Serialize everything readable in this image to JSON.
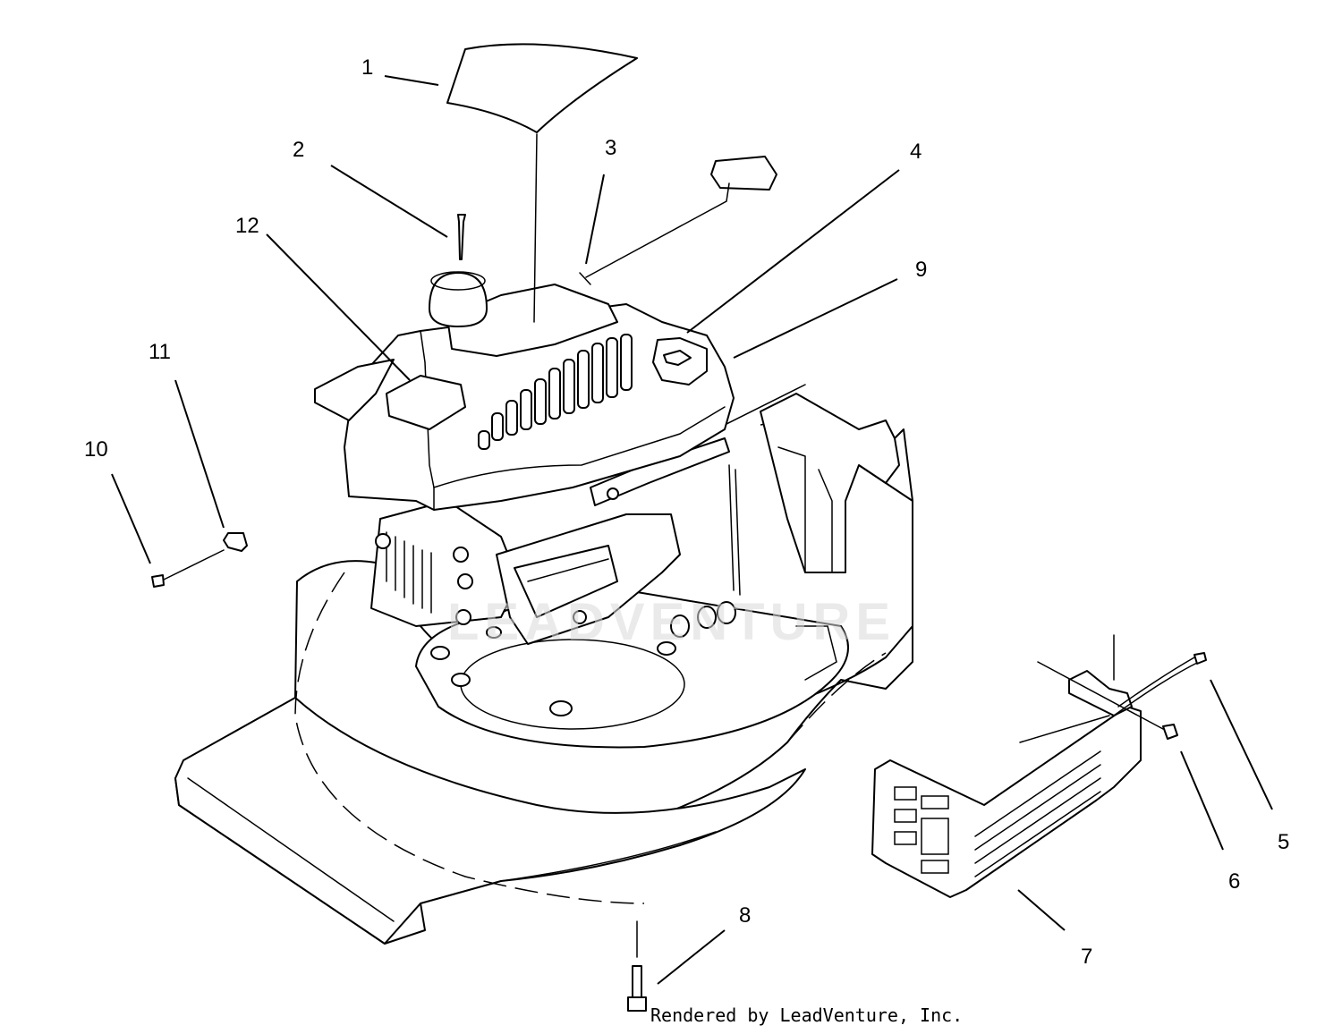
{
  "diagram": {
    "callouts": {
      "c1": "1",
      "c2": "2",
      "c3": "3",
      "c4": "4",
      "c5": "5",
      "c6": "6",
      "c7": "7",
      "c8": "8",
      "c9": "9",
      "c10": "10",
      "c11": "11",
      "c12": "12"
    },
    "watermark": "LEADVENTURE",
    "credit": "Rendered by LeadVenture, Inc."
  }
}
